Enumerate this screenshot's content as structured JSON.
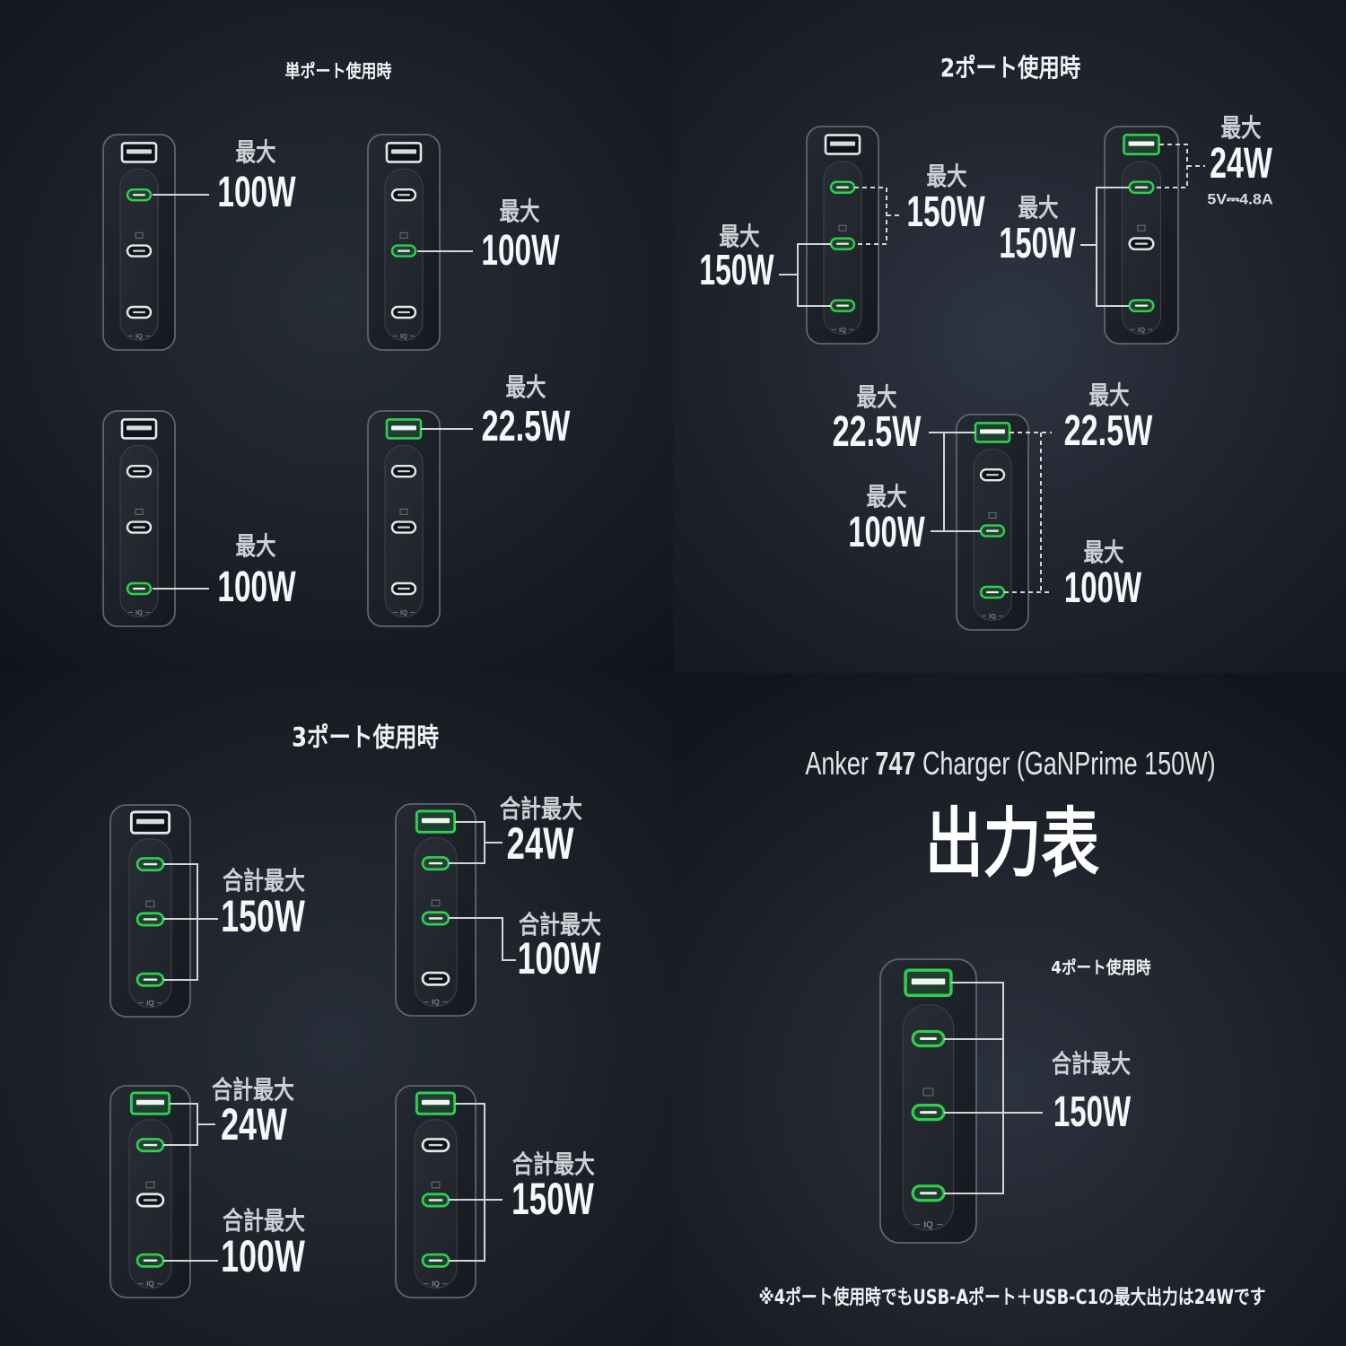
{
  "colors": {
    "background": "#161b23",
    "active_port": "#2fd04e",
    "port": "#e4e6ea",
    "line": "#d3d5d9",
    "body_stroke": "#60656d",
    "panel_stroke": "#3a3f47"
  },
  "logo_text": "IQ",
  "single_port": {
    "title": "単ポート使用時",
    "chargers": [
      {
        "active": {
          "a": false,
          "c1": true,
          "c2": false,
          "c3": false
        },
        "outputs": [
          {
            "caption": "最大",
            "value": "100W"
          }
        ]
      },
      {
        "active": {
          "a": false,
          "c1": false,
          "c2": true,
          "c3": false
        },
        "outputs": [
          {
            "caption": "最大",
            "value": "100W"
          }
        ]
      },
      {
        "active": {
          "a": false,
          "c1": false,
          "c2": false,
          "c3": true
        },
        "outputs": [
          {
            "caption": "最大",
            "value": "100W"
          }
        ]
      },
      {
        "active": {
          "a": true,
          "c1": false,
          "c2": false,
          "c3": false
        },
        "outputs": [
          {
            "caption": "最大",
            "value": "22.5W"
          }
        ]
      }
    ]
  },
  "two_port": {
    "title": "2ポート使用時",
    "chargers": [
      {
        "active": {
          "a": false,
          "c1": true,
          "c2": true,
          "c3": true
        },
        "outputs": [
          {
            "caption": "最大",
            "value": "150W"
          },
          {
            "caption": "最大",
            "value": "150W"
          }
        ]
      },
      {
        "active": {
          "a": true,
          "c1": true,
          "c2": false,
          "c3": true
        },
        "outputs": [
          {
            "caption": "最大",
            "value": "24W",
            "note": "5V⎓4.8A"
          },
          {
            "caption": "最大",
            "value": "150W"
          }
        ]
      },
      {
        "active": {
          "a": true,
          "c1": false,
          "c2": true,
          "c3": true
        },
        "outputs": [
          {
            "caption": "最大",
            "value": "22.5W"
          },
          {
            "caption": "最大",
            "value": "100W"
          },
          {
            "caption": "最大",
            "value": "22.5W"
          },
          {
            "caption": "最大",
            "value": "100W"
          }
        ]
      }
    ]
  },
  "three_port": {
    "title": "3ポート使用時",
    "chargers": [
      {
        "active": {
          "a": false,
          "c1": true,
          "c2": true,
          "c3": true
        },
        "outputs": [
          {
            "caption": "合計最大",
            "value": "150W"
          }
        ]
      },
      {
        "active": {
          "a": true,
          "c1": true,
          "c2": true,
          "c3": false
        },
        "outputs": [
          {
            "caption": "合計最大",
            "value": "24W"
          },
          {
            "caption": "合計最大",
            "value": "100W"
          }
        ]
      },
      {
        "active": {
          "a": true,
          "c1": true,
          "c2": false,
          "c3": true
        },
        "outputs": [
          {
            "caption": "合計最大",
            "value": "24W"
          },
          {
            "caption": "合計最大",
            "value": "100W"
          }
        ]
      },
      {
        "active": {
          "a": true,
          "c1": false,
          "c2": true,
          "c3": true
        },
        "outputs": [
          {
            "caption": "合計最大",
            "value": "150W"
          }
        ]
      }
    ]
  },
  "four_port": {
    "header": {
      "brand": "Anker",
      "model": "747",
      "product": "Charger (GaNPrime 150W)"
    },
    "title": "出力表",
    "label": "4ポート使用時",
    "charger": {
      "active": {
        "a": true,
        "c1": true,
        "c2": true,
        "c3": true
      },
      "outputs": [
        {
          "caption": "合計最大",
          "value": "150W"
        }
      ]
    },
    "footnote": "※4ポート使用時でもUSB-Aポート＋USB-C1の最大出力は24Wです"
  }
}
